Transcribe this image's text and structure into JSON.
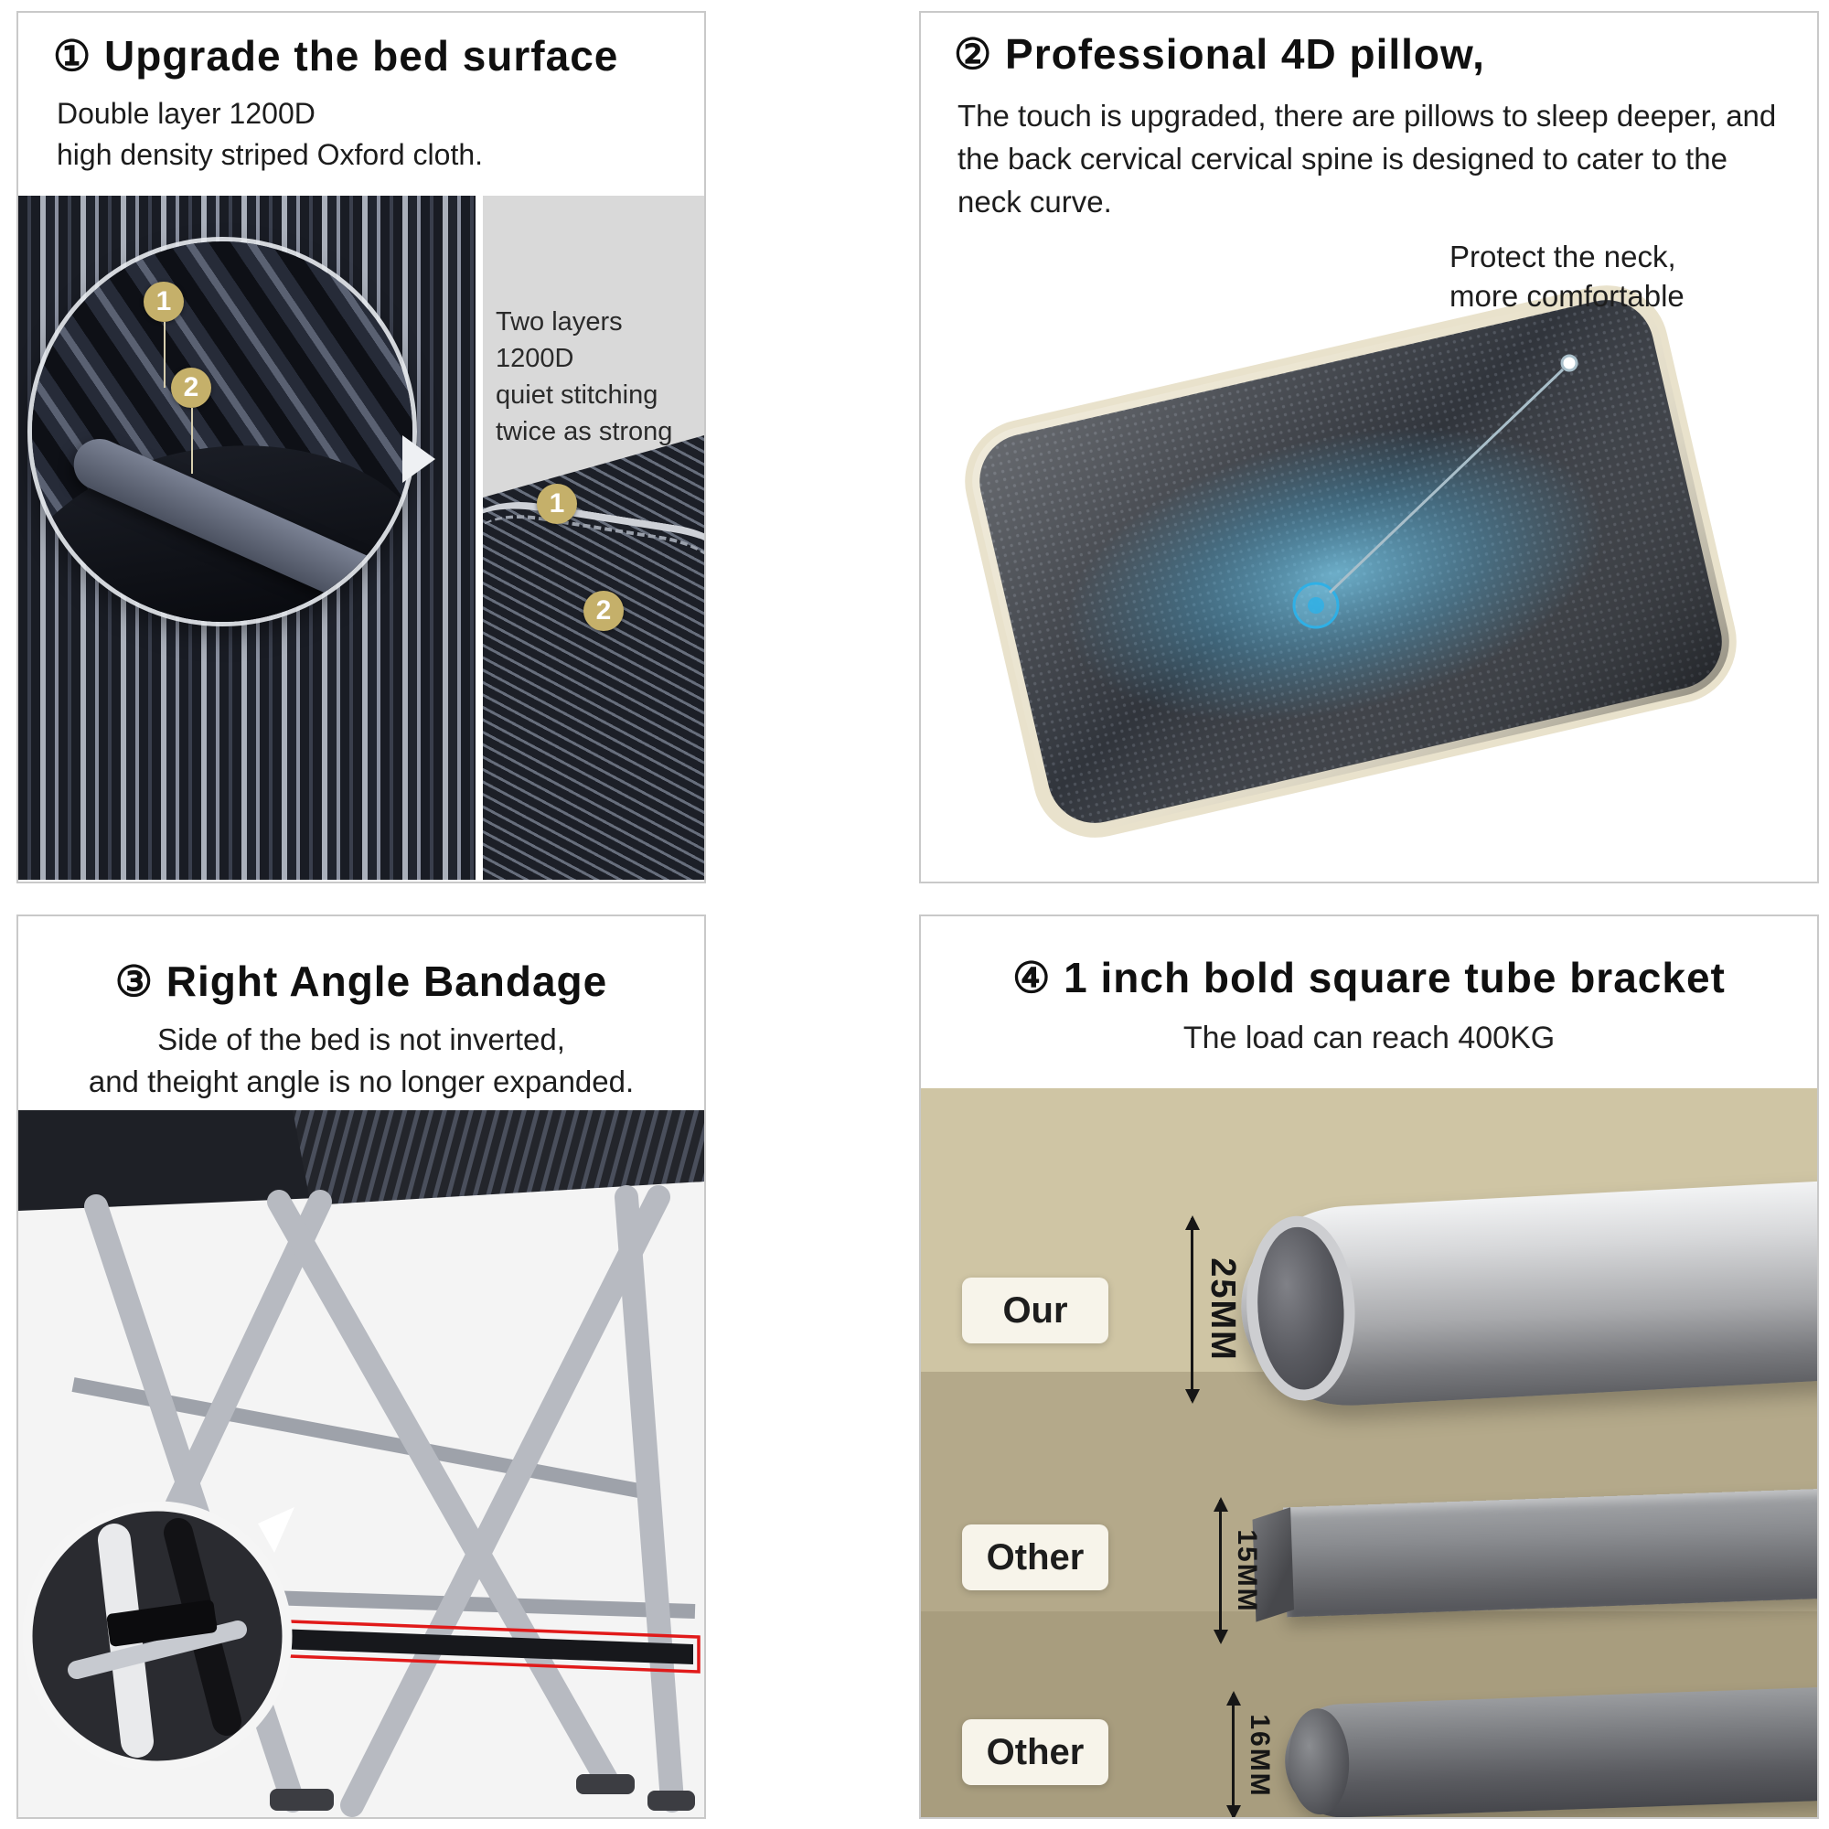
{
  "colors": {
    "highlight_red": "#e11a1a",
    "glow_blue": "#2fb0e6",
    "badge_gold": "#c5b06a",
    "panel4_tan_light": "#cfc5a4",
    "panel4_tan_dark": "#a89d7e"
  },
  "panel1": {
    "title": "① Upgrade the bed surface",
    "subtitle_line1": "Double layer 1200D",
    "subtitle_line2": "high density striped Oxford cloth.",
    "caption_line1": "Two layers 1200D",
    "caption_line2": "quiet stitching",
    "caption_line3": "twice as strong",
    "badge_one": "1",
    "badge_two": "2"
  },
  "panel2": {
    "title": "② Professional 4D pillow,",
    "body": "The touch is upgraded, there are pillows to sleep deeper, and the back cervical cervical spine is designed to cater to the neck curve.",
    "annotation_line1": "Protect the neck,",
    "annotation_line2": "more comfortable"
  },
  "panel3": {
    "title": "③ Right Angle Bandage",
    "body_line1": "Side of the bed is not inverted,",
    "body_line2": "and theight angle is no longer expanded."
  },
  "panel4": {
    "title": "④ 1 inch bold square tube bracket",
    "subtitle": "The load can reach 400KG",
    "rows": [
      {
        "label": "Our",
        "size": "25MM"
      },
      {
        "label": "Other",
        "size": "15MM"
      },
      {
        "label": "Other",
        "size": "16MM"
      }
    ]
  }
}
